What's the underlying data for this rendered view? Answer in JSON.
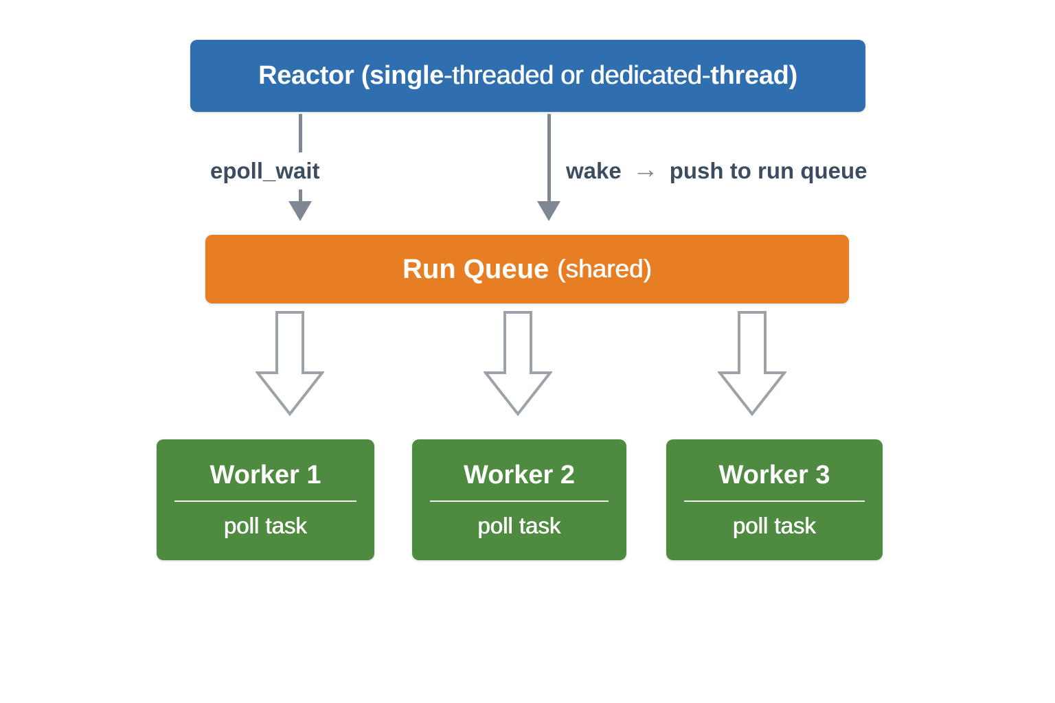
{
  "reactor": {
    "title_seg1": "Reactor (single",
    "title_seg2": "-threaded or dedicated-",
    "title_seg3": "thread)"
  },
  "edges": {
    "epoll_label": "epoll_wait",
    "wake_word": "wake",
    "wake_arrow_glyph": "→",
    "push_label": "push to run queue"
  },
  "run_queue": {
    "title": "Run Queue",
    "subtitle": "(shared)"
  },
  "workers": [
    {
      "title": "Worker 1",
      "subtitle": "poll task"
    },
    {
      "title": "Worker 2",
      "subtitle": "poll task"
    },
    {
      "title": "Worker 3",
      "subtitle": "poll task"
    }
  ],
  "colors": {
    "reactor_blue": "#2F6FAF",
    "run_queue_orange": "#E87E23",
    "worker_green": "#4E8B40",
    "thin_arrow_gray": "#7F8892",
    "block_arrow_gray": "#9BA2A9",
    "label_text": "#3C4D60",
    "text_on_boxes": "#FFFFFF",
    "background": "#FFFFFF"
  }
}
